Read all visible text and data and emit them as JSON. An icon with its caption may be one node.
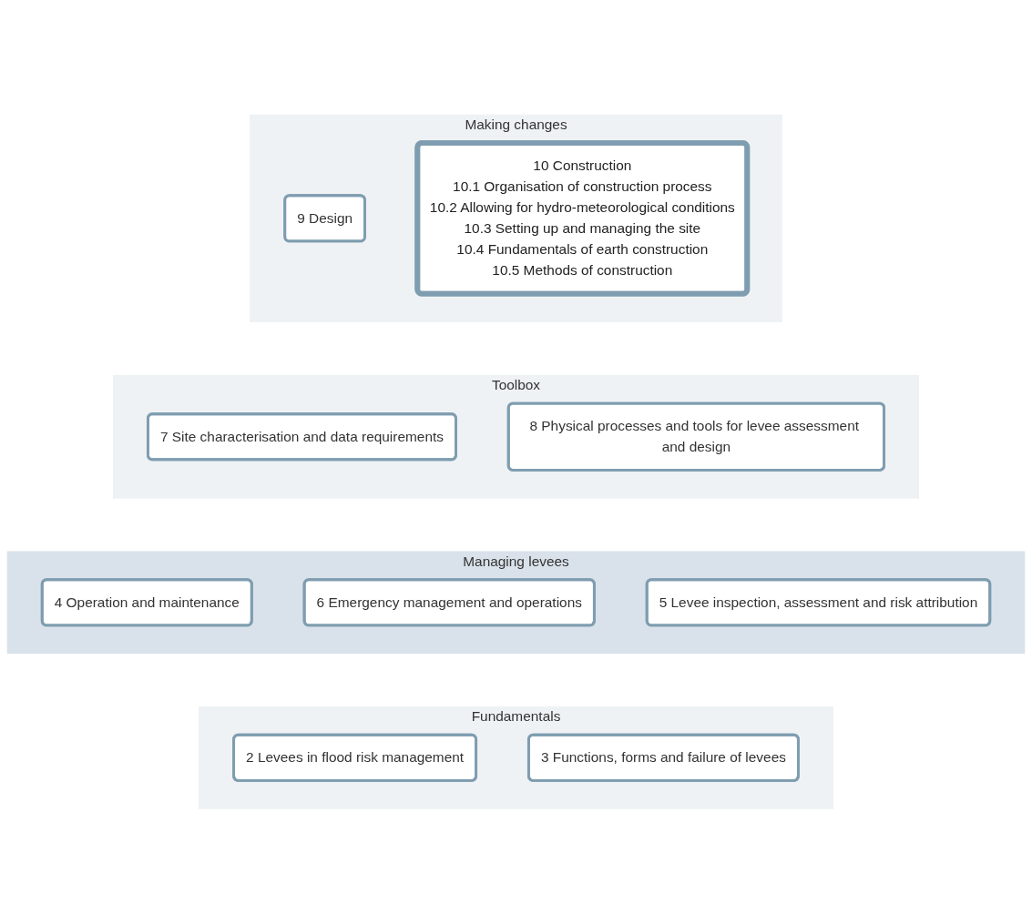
{
  "diagram": {
    "nodes": [
      {
        "text": [
          "Fundamentals"
        ]
      },
      {
        "text": [
          "2 Levees in flood risk management"
        ],
        "in": 0
      },
      {
        "text": [
          "3 Functions, forms and failure of levees"
        ],
        "in": 0
      },
      {
        "text": [
          "Managing levees"
        ]
      },
      {
        "text": [
          "4 Operation and maintenance"
        ],
        "in": 3
      },
      {
        "text": [
          "6 Emergency management and operations"
        ],
        "in": 3
      },
      {
        "text": [
          "5 Levee inspection, assessment and risk attribution"
        ],
        "in": 3
      },
      {
        "text": [
          "Toolbox"
        ]
      },
      {
        "text": [
          "7 Site characterisation and data requirements"
        ],
        "in": 7
      },
      {
        "text": [
          "8 Physical processes and tools for levee assessment and design"
        ],
        "in": 7
      },
      {
        "text": [
          "Making changes"
        ]
      },
      {
        "text": [
          "9 Design"
        ],
        "in": 10
      },
      {
        "text": [
          "10 Construction",
          "10.1 Organisation of construction process",
          "10.2 Allowing for hydro-meteorological conditions",
          "10.3 Setting up and managing the site",
          "10.4 Fundamentals of earth construction",
          "10.5 Methods of construction"
        ],
        "in": 10
      }
    ]
  }
}
